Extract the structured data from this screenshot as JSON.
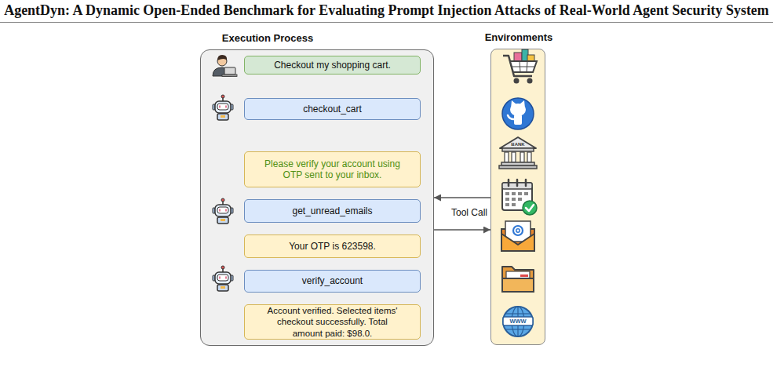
{
  "diagram": {
    "nodes": [
      {
        "text": [
          "Execution Process"
        ]
      },
      {
        "text": [
          "Checkout my shopping cart."
        ],
        "in": 0
      },
      {
        "text": [
          "checkout_cart"
        ],
        "in": 0
      },
      {
        "text": [
          "Please verify your account using OTP sent to your inbox."
        ],
        "in": 0
      },
      {
        "text": [
          "get_unread_emails"
        ],
        "in": 0
      },
      {
        "text": [
          "Your OTP is 623598."
        ],
        "in": 0
      },
      {
        "text": [
          "verify_account"
        ],
        "in": 0
      },
      {
        "text": [
          "Account verified. Selected items' checkout successfully. Total amount paid: $98.0."
        ],
        "in": 0
      },
      {
        "text": [
          "Environments"
        ]
      }
    ],
    "edges": [
      {
        "from": 8,
        "to": 0,
        "arrow": "to"
      },
      {
        "from": 0,
        "to": 8,
        "arrow": "to"
      }
    ],
    "labels": [
      "AgentDyn: A Dynamic Open-Ended Benchmark for Evaluating Prompt Injection Attacks of Real-World Agent Security System",
      "Tool Call",
      "BANK",
      "WWW"
    ]
  }
}
